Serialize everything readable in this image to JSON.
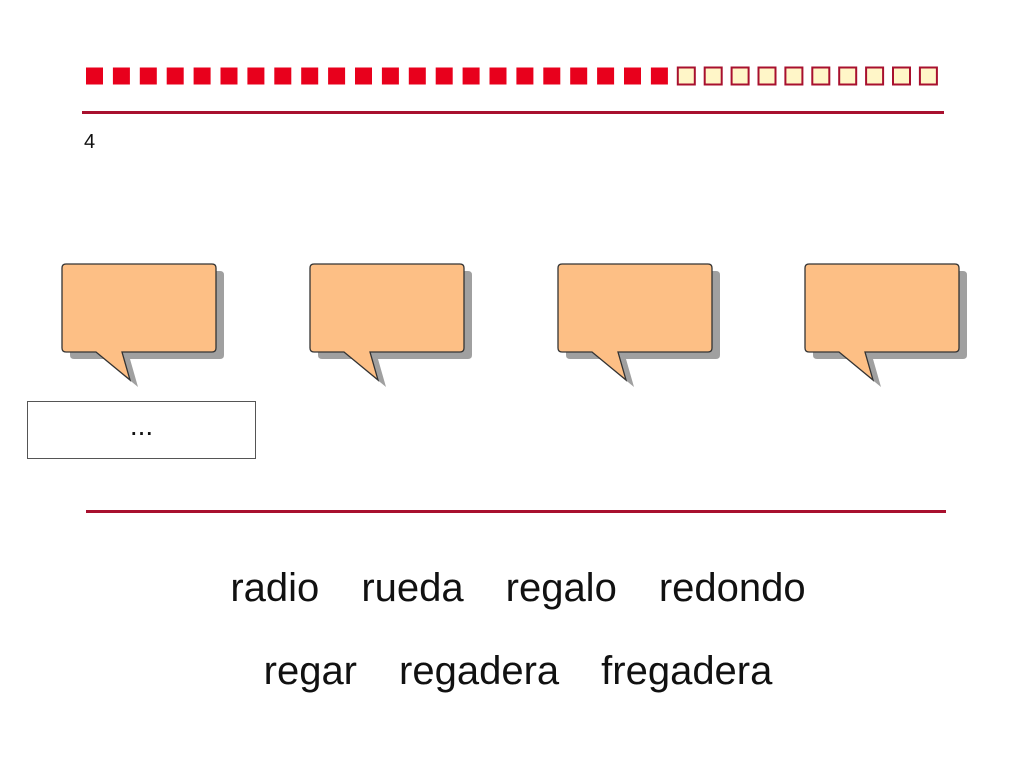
{
  "slide": {
    "number": "4",
    "answer_placeholder": "..."
  },
  "progress": {
    "completed": 22,
    "total": 32,
    "completed_color": "#e8001c",
    "pending_fill": "#fff6c8",
    "pending_border": "#a8102e"
  },
  "bubbles": {
    "count": 4,
    "fill": "#fdbf85",
    "shadow": "#a0a0a0"
  },
  "rule_color": "#a8102e",
  "words": {
    "row1": [
      "radio",
      "rueda",
      "regalo",
      "redondo"
    ],
    "row2": [
      "regar",
      "regadera",
      "fregadera"
    ]
  }
}
